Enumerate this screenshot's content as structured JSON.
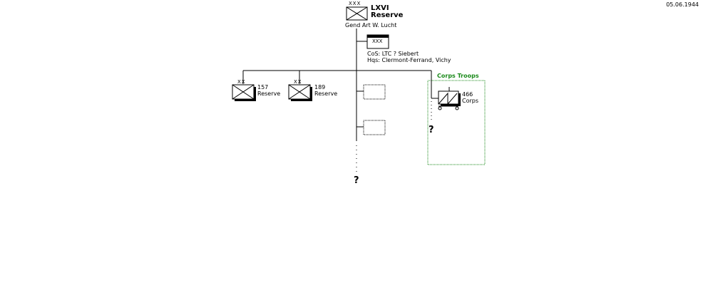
{
  "date": "05.06.1944",
  "corps": {
    "echelon": "XXX",
    "name_line1": "LXVI",
    "name_line2": "Reserve",
    "commander": "Gend Art  W. Lucht"
  },
  "staff": {
    "echelon": "XXX",
    "cos": "CoS:  LTC  ? Siebert",
    "hqs": "Hqs:  Clermont-Ferrand, Vichy"
  },
  "divisions": [
    {
      "echelon": "XX",
      "number": "157",
      "type": "Reserve"
    },
    {
      "echelon": "XX",
      "number": "189",
      "type": "Reserve"
    }
  ],
  "corps_troops": {
    "label": "Corps Troops",
    "unit_number": "466",
    "unit_type": "Corps"
  },
  "unknown_marks": [
    "?",
    "?"
  ],
  "colors": {
    "lines": "#000000",
    "corps_troops_border": "#1a8a1a",
    "placeholder_border": "#000000"
  }
}
